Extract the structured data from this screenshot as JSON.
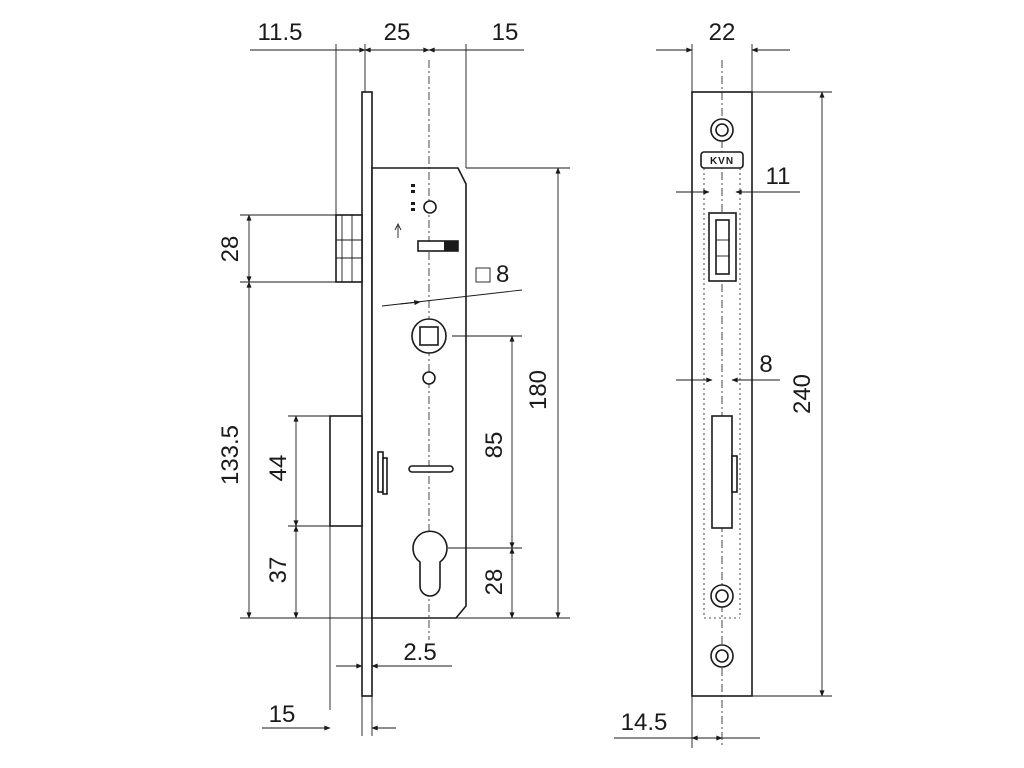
{
  "front_view": {
    "top_offset_label": "11.5",
    "case_depth_label": "25",
    "backset_offset_label": "15",
    "latch_height_label": "28",
    "spindle_square_label": "8",
    "case_height_label": "180",
    "distance_label": "85",
    "total_offset_label": "133.5",
    "bolt_height_label": "44",
    "bolt_bottom_label": "37",
    "cylinder_label": "28",
    "faceplate_thickness_label": "2.5",
    "bolt_throw_label": "15"
  },
  "side_view": {
    "faceplate_width_label": "22",
    "logo_text": "KVN",
    "latch_width_label": "11",
    "bolt_width_label": "8",
    "faceplate_height_label": "240",
    "bottom_offset_label": "14.5"
  }
}
